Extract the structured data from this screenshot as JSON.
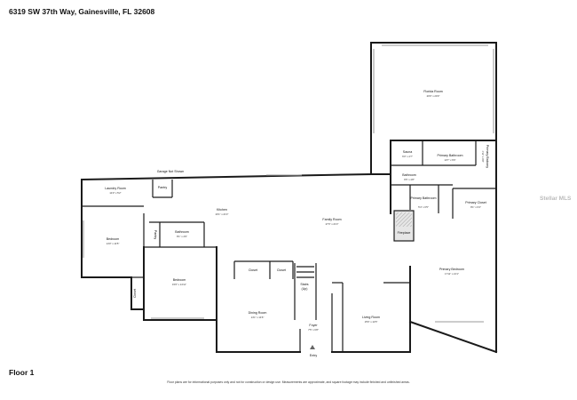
{
  "header": {
    "address": "6319 SW 37th Way, Gainesville, FL 32608"
  },
  "footer": {
    "floor_label": "Floor 1",
    "disclaimer": "Floor plans are for informational purposes only and not for construction or design use. Measurements are approximate, and square footage may include finished and unfinished areas."
  },
  "watermark": "Stellar MLS",
  "notes": {
    "garage": "Garage Not Shown",
    "entry": "Entry",
    "stairs_line1": "Stairs",
    "stairs_line2": "(Up)"
  },
  "rooms": {
    "florida_room": {
      "name": "Florida Room",
      "dims": "20'0\" x 20'0\""
    },
    "sauna": {
      "name": "Sauna",
      "dims": "6'0\" x 4'7\""
    },
    "primary_bathroom": {
      "name": "Primary Bathroom",
      "dims": "10'7\" x 6'6\""
    },
    "primary_balcony": {
      "name": "Primary Balcony",
      "dims": "4'11\" x 6'8\""
    },
    "bathroom_upper": {
      "name": "Bathroom",
      "dims": "6'5\" x 4'8\""
    },
    "primary_bathroom_2": {
      "name": "Primary Bathroom",
      "dims": "5'4\" x 6'5\""
    },
    "primary_closet": {
      "name": "Primary Closet",
      "dims": "8'1\" x 6'4\""
    },
    "laundry_room": {
      "name": "Laundry Room",
      "dims": "14'0\" x 5'2\""
    },
    "pantry": {
      "name": "Pantry"
    },
    "kitchen": {
      "name": "Kitchen",
      "dims": "20'1\" x 21'3\""
    },
    "family_room": {
      "name": "Family Room",
      "dims": "27'0\" x 21'3\""
    },
    "fireplace": {
      "name": "Fireplace"
    },
    "bedroom_left": {
      "name": "Bedroom",
      "dims": "14'0\" x 14'5\""
    },
    "pantry_2": {
      "name": "Pantry"
    },
    "bathroom_mid": {
      "name": "Bathroom",
      "dims": "8'1\" x 4'9\""
    },
    "bedroom_mid": {
      "name": "Bedroom",
      "dims": "15'6\" x 14'11\""
    },
    "closet_left": {
      "name": "Closet"
    },
    "closet_1": {
      "name": "Closet"
    },
    "closet_2": {
      "name": "Closet"
    },
    "dining_room": {
      "name": "Dining Room",
      "dims": "14'1\" x 14'6\""
    },
    "foyer": {
      "name": "Foyer",
      "dims": "7'5\" x 6'8\""
    },
    "living_room": {
      "name": "Living Room",
      "dims": "15'6\" x 14'5\""
    },
    "primary_bedroom": {
      "name": "Primary Bedroom",
      "dims": "17'11\" x 21'1\""
    }
  }
}
